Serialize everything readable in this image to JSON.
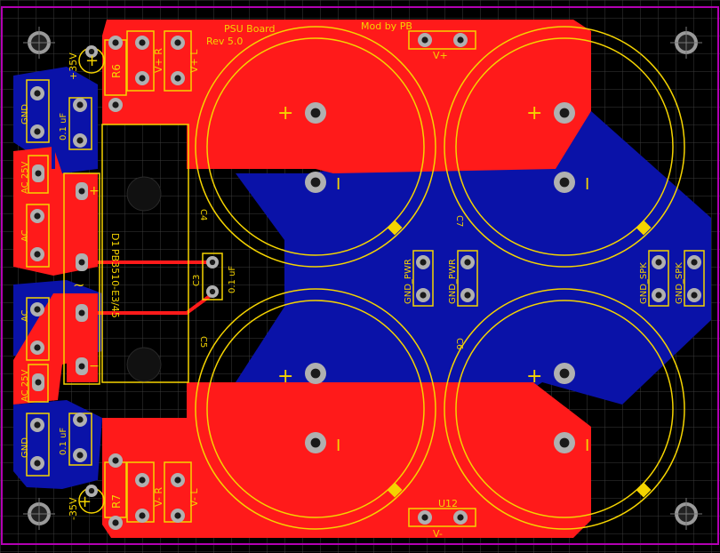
{
  "board": {
    "title": "PSU Board",
    "revision": "Rev 5.0",
    "credit": "Mod by PB"
  },
  "labels": {
    "plus35": "+35V",
    "minus35": "-35V",
    "r6": "R6",
    "r7": "R7",
    "vplus_r": "V+ R",
    "vplus_l": "V+ L",
    "vminus_r": "V- R",
    "vminus_l": "V- L",
    "vplus_top": "V+",
    "vminus_bottom": "V-",
    "u12": "U12",
    "gnd_top": "GND",
    "gnd_bottom": "GND",
    "ac25_top": "AC 25V",
    "ac25_bottom": "AC 25V",
    "ac_upper": "AC",
    "ac_lower": "AC",
    "cap_top": "0.1 uF",
    "cap_bottom": "0.1 uF",
    "cap_c3": "0.1 uF",
    "c3": "C3",
    "c4": "C4",
    "c5": "C5",
    "c6": "C6",
    "c7": "C7",
    "d1": "D1",
    "bridge": "PB3510-E3/45",
    "gnd_pwr_1": "GND_PWR",
    "gnd_pwr_2": "GND_PWR",
    "gnd_spk_1": "GND_SPK",
    "gnd_spk_2": "GND_SPK",
    "plus": "+",
    "minus": "−",
    "tilde": "~",
    "cap_plus": "+",
    "cap_minus": "I"
  },
  "colors": {
    "background": "#000000",
    "grid": "#3a3a3a",
    "top_copper": "#ff1a1a",
    "bottom_copper": "#0a12a8",
    "silkscreen": "#f5d400",
    "outline": "#b200b2",
    "pad": "#b0b0b0",
    "hole": "#1a1a1a"
  },
  "icons": {
    "mount_hole": "mounting-hole-icon",
    "polarity": "polarity-plus-icon"
  }
}
